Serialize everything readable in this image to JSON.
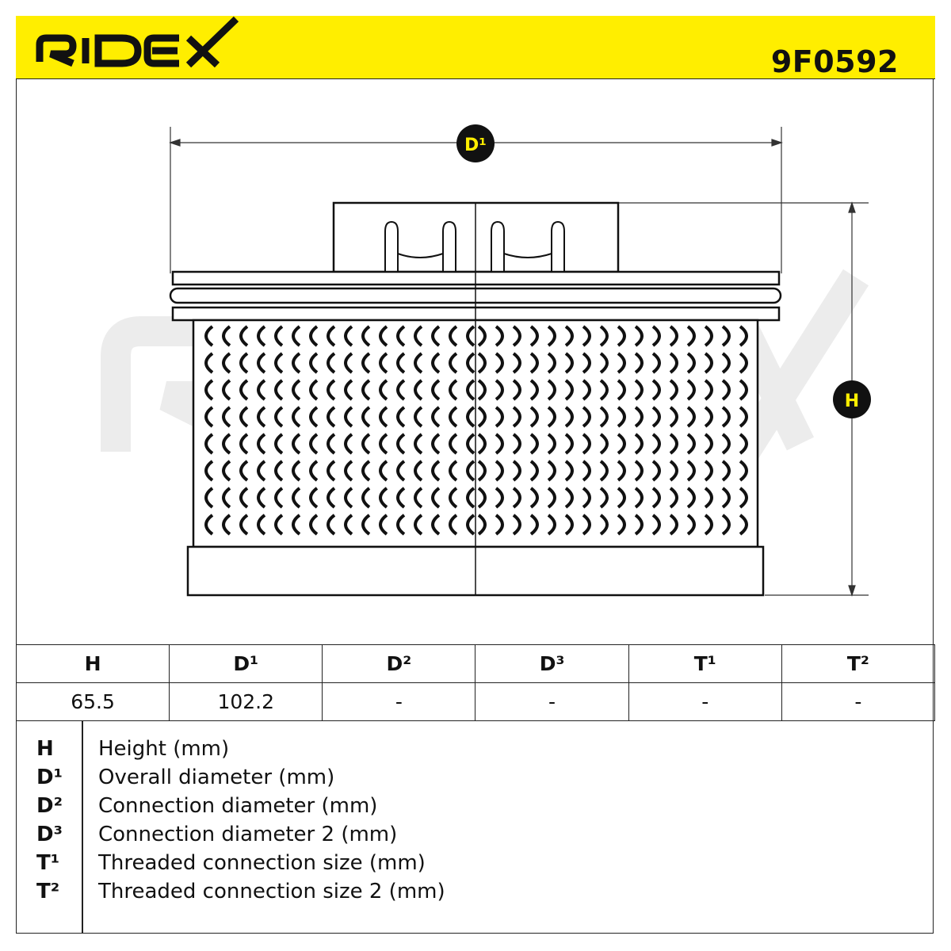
{
  "brand": "RIDEX",
  "part_number": "9F0592",
  "diagram": {
    "label_d1": "D¹",
    "label_h": "H",
    "colors": {
      "badge": "#111111",
      "badge_text": "#ffee00",
      "header": "#ffee00",
      "watermark": "#ececec"
    }
  },
  "table": {
    "headers": [
      "H",
      "D¹",
      "D²",
      "D³",
      "T¹",
      "T²"
    ],
    "values": [
      "65.5",
      "102.2",
      "-",
      "-",
      "-",
      "-"
    ]
  },
  "legend": [
    {
      "key": "H",
      "text": "Height (mm)"
    },
    {
      "key": "D¹",
      "text": "Overall diameter (mm)"
    },
    {
      "key": "D²",
      "text": "Connection diameter (mm)"
    },
    {
      "key": "D³",
      "text": "Connection diameter 2 (mm)"
    },
    {
      "key": "T¹",
      "text": "Threaded connection size (mm)"
    },
    {
      "key": "T²",
      "text": "Threaded connection size 2 (mm)"
    }
  ]
}
